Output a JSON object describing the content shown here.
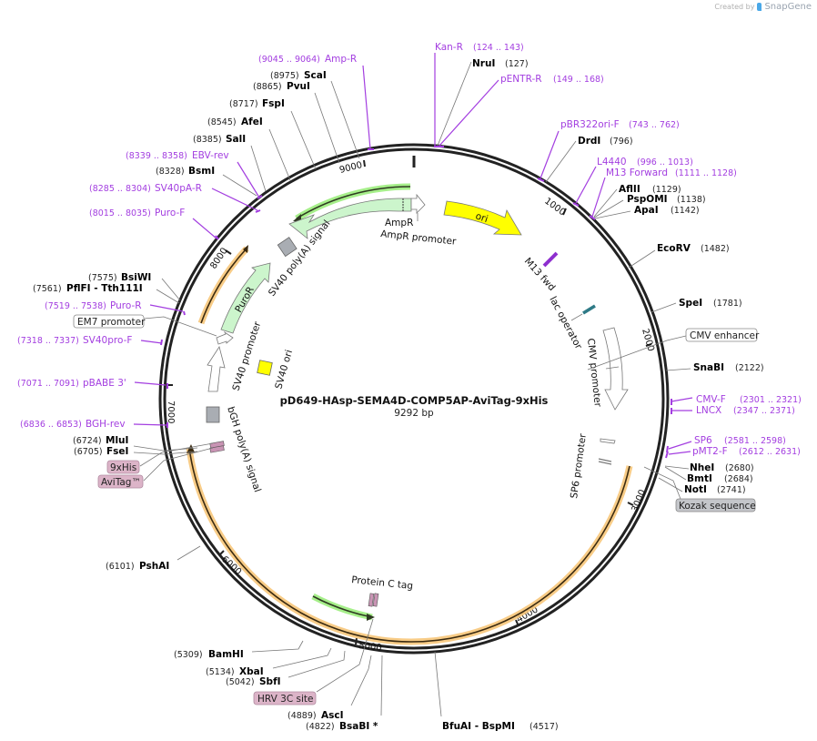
{
  "credit": {
    "prefix": "Created by",
    "brand": "SnapGene"
  },
  "plasmid": {
    "name": "pD649-HAsp-SEMA4D-COMP5AP-AviTag-9xHis",
    "length": "9292 bp"
  },
  "ring": {
    "ticks": [
      "1000",
      "2000",
      "3000",
      "4000",
      "5000",
      "6000",
      "7000",
      "8000",
      "9000"
    ]
  },
  "enzymes": [
    {
      "name": "NruI",
      "pos": "(127)"
    },
    {
      "name": "DrdI",
      "pos": "(796)"
    },
    {
      "name": "AflII",
      "pos": "(1129)"
    },
    {
      "name": "PspOMI",
      "pos": "(1138)"
    },
    {
      "name": "ApaI",
      "pos": "(1142)"
    },
    {
      "name": "EcoRV",
      "pos": "(1482)"
    },
    {
      "name": "SpeI",
      "pos": "(1781)"
    },
    {
      "name": "SnaBI",
      "pos": "(2122)"
    },
    {
      "name": "NheI",
      "pos": "(2680)"
    },
    {
      "name": "BmtI",
      "pos": "(2684)"
    },
    {
      "name": "NotI",
      "pos": "(2741)"
    },
    {
      "name": "BfuAI - BspMI",
      "pos": "(4517)"
    },
    {
      "name": "BsaBI *",
      "pos": "(4822)"
    },
    {
      "name": "AscI",
      "pos": "(4889)"
    },
    {
      "name": "SbfI",
      "pos": "(5042)"
    },
    {
      "name": "XbaI",
      "pos": "(5134)"
    },
    {
      "name": "BamHI",
      "pos": "(5309)"
    },
    {
      "name": "PshAI",
      "pos": "(6101)"
    },
    {
      "name": "FseI",
      "pos": "(6705)"
    },
    {
      "name": "MluI",
      "pos": "(6724)"
    },
    {
      "name": "PflFI - Tth111I",
      "pos": "(7561)"
    },
    {
      "name": "BsiWI",
      "pos": "(7575)"
    },
    {
      "name": "BsmI",
      "pos": "(8328)"
    },
    {
      "name": "SalI",
      "pos": "(8385)"
    },
    {
      "name": "AfeI",
      "pos": "(8545)"
    },
    {
      "name": "FspI",
      "pos": "(8717)"
    },
    {
      "name": "PvuI",
      "pos": "(8865)"
    },
    {
      "name": "ScaI",
      "pos": "(8975)"
    }
  ],
  "primers": [
    {
      "name": "Kan-R",
      "pos": "(124 .. 143)"
    },
    {
      "name": "pENTR-R",
      "pos": "(149 .. 168)"
    },
    {
      "name": "pBR322ori-F",
      "pos": "(743 .. 762)"
    },
    {
      "name": "L4440",
      "pos": "(996 .. 1013)"
    },
    {
      "name": "M13 Forward",
      "pos": "(1111 .. 1128)"
    },
    {
      "name": "CMV-F",
      "pos": "(2301 .. 2321)"
    },
    {
      "name": "LNCX",
      "pos": "(2347 .. 2371)"
    },
    {
      "name": "SP6",
      "pos": "(2581 .. 2598)"
    },
    {
      "name": "pMT2-F",
      "pos": "(2612 .. 2631)"
    },
    {
      "name": "BGH-rev",
      "pos": "(6836 .. 6853)"
    },
    {
      "name": "pBABE 3'",
      "pos": "(7071 .. 7091)"
    },
    {
      "name": "SV40pro-F",
      "pos": "(7318 .. 7337)"
    },
    {
      "name": "Puro-R",
      "pos": "(7519 .. 7538)"
    },
    {
      "name": "Puro-F",
      "pos": "(8015 .. 8035)"
    },
    {
      "name": "SV40pA-R",
      "pos": "(8285 .. 8304)"
    },
    {
      "name": "EBV-rev",
      "pos": "(8339 .. 8358)"
    },
    {
      "name": "Amp-R",
      "pos": "(9045 .. 9064)"
    }
  ],
  "boxed_features": [
    {
      "name": "CMV enhancer",
      "style": "white"
    },
    {
      "name": "Kozak sequence",
      "style": "gray"
    },
    {
      "name": "HRV 3C site",
      "style": "pink"
    },
    {
      "name": "9xHis",
      "style": "pink"
    },
    {
      "name": "AviTag™",
      "style": "pink"
    },
    {
      "name": "EM7 promoter",
      "style": "white"
    }
  ],
  "features": [
    {
      "name": "ori",
      "color": "#ffff00"
    },
    {
      "name": "AmpR",
      "color": "#ccf5cc"
    },
    {
      "name": "AmpR promoter",
      "color": "#ffffff"
    },
    {
      "name": "M13 fwd",
      "color": "#8e2fcf"
    },
    {
      "name": "lac operator",
      "color": "#2e7a86"
    },
    {
      "name": "CMV promoter",
      "color": "#ffffff"
    },
    {
      "name": "SP6 promoter",
      "color": "#ffffff"
    },
    {
      "name": "Protein C tag",
      "color": "#c994b4"
    },
    {
      "name": "bGH poly(A) signal",
      "color": "#a9adb3"
    },
    {
      "name": "SV40 promoter",
      "color": "#ffffff"
    },
    {
      "name": "PuroR",
      "color": "#ccf5cc"
    },
    {
      "name": "SV40 poly(A) signal",
      "color": "#a9adb3"
    },
    {
      "name": "SV40 ori",
      "color": "#ffff00"
    }
  ],
  "colors": {
    "primer": "#a33ee0",
    "orf_highlight": "#f7c77a",
    "green_orf": "#a6ef8a",
    "backbone": "#222222"
  }
}
